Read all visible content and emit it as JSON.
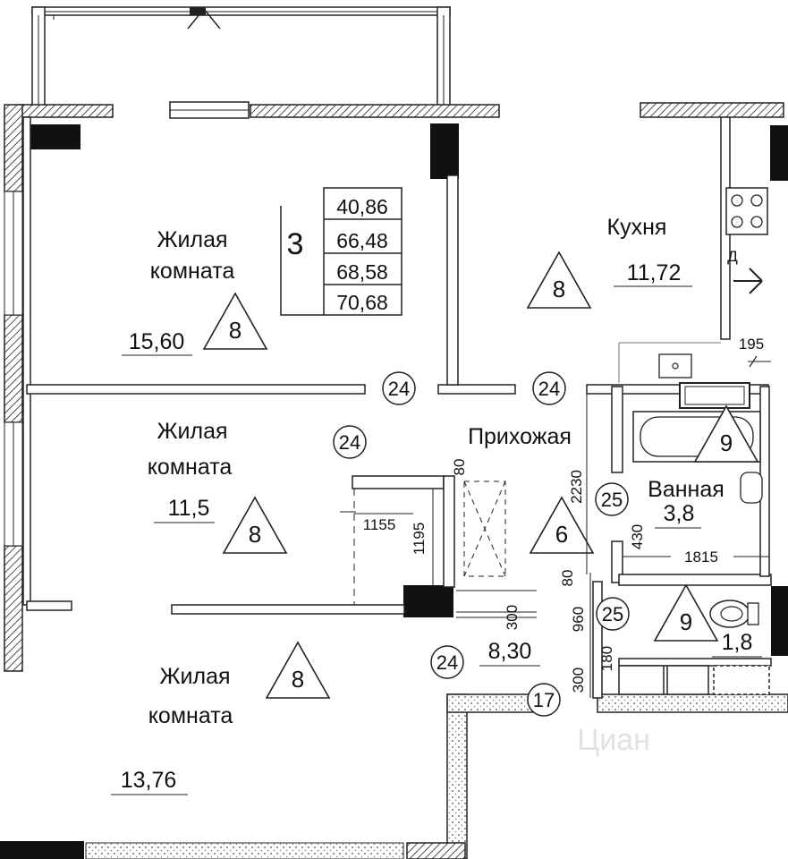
{
  "plan": {
    "apartment_rooms": "3",
    "areas_table": [
      "40,86",
      "66,48",
      "68,58",
      "70,68"
    ],
    "rooms": [
      {
        "name_line1": "Жилая",
        "name_line2": "комната",
        "area": "15,60",
        "tag": "8"
      },
      {
        "name_line1": "Жилая",
        "name_line2": "комната",
        "area": "11,5",
        "tag": "8"
      },
      {
        "name_line1": "Жилая",
        "name_line2": "комната",
        "area": "13,76",
        "tag": "8"
      },
      {
        "name": "Кухня",
        "area": "11,72",
        "tag": "8"
      },
      {
        "name": "Прихожая",
        "area": "8,30",
        "tag": "6"
      },
      {
        "name": "Ванная",
        "area": "3,8",
        "tag": "9"
      },
      {
        "area": "1,8",
        "tag": "9"
      }
    ],
    "bubbles": [
      "24",
      "24",
      "24",
      "24",
      "24",
      "25",
      "25",
      "17"
    ],
    "dimensions": {
      "d195": "195",
      "d80a": "80",
      "d2230": "2230",
      "d1155": "1155",
      "d1195": "1195",
      "d430": "430",
      "d1815": "1815",
      "d80b": "80",
      "d960": "960",
      "d300a": "300",
      "d180": "180",
      "d300b": "300"
    },
    "kitchen_mark": "Д",
    "watermark": "Циан"
  }
}
